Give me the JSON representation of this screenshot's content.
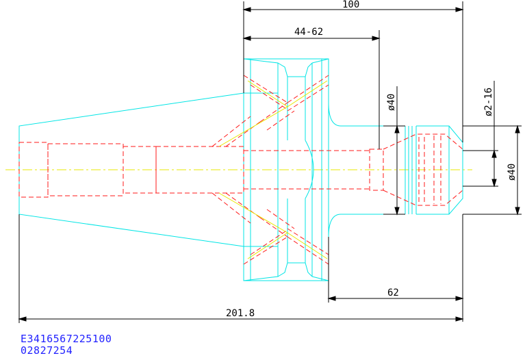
{
  "dimensions": {
    "overall_length": "100",
    "flange_range": "44-62",
    "body_diameter": "ø40",
    "collet_range": "ø2-16",
    "nose_diameter": "ø40",
    "nose_length": "62",
    "total_length": "201.8"
  },
  "part_codes": [
    "E3416567225100",
    "02827254"
  ],
  "colors": {
    "outline": "#00e5e5",
    "hidden": "#ff1a1a",
    "centerline": "#e8e800",
    "dimension": "#000000",
    "code_text": "#1f1fff"
  }
}
